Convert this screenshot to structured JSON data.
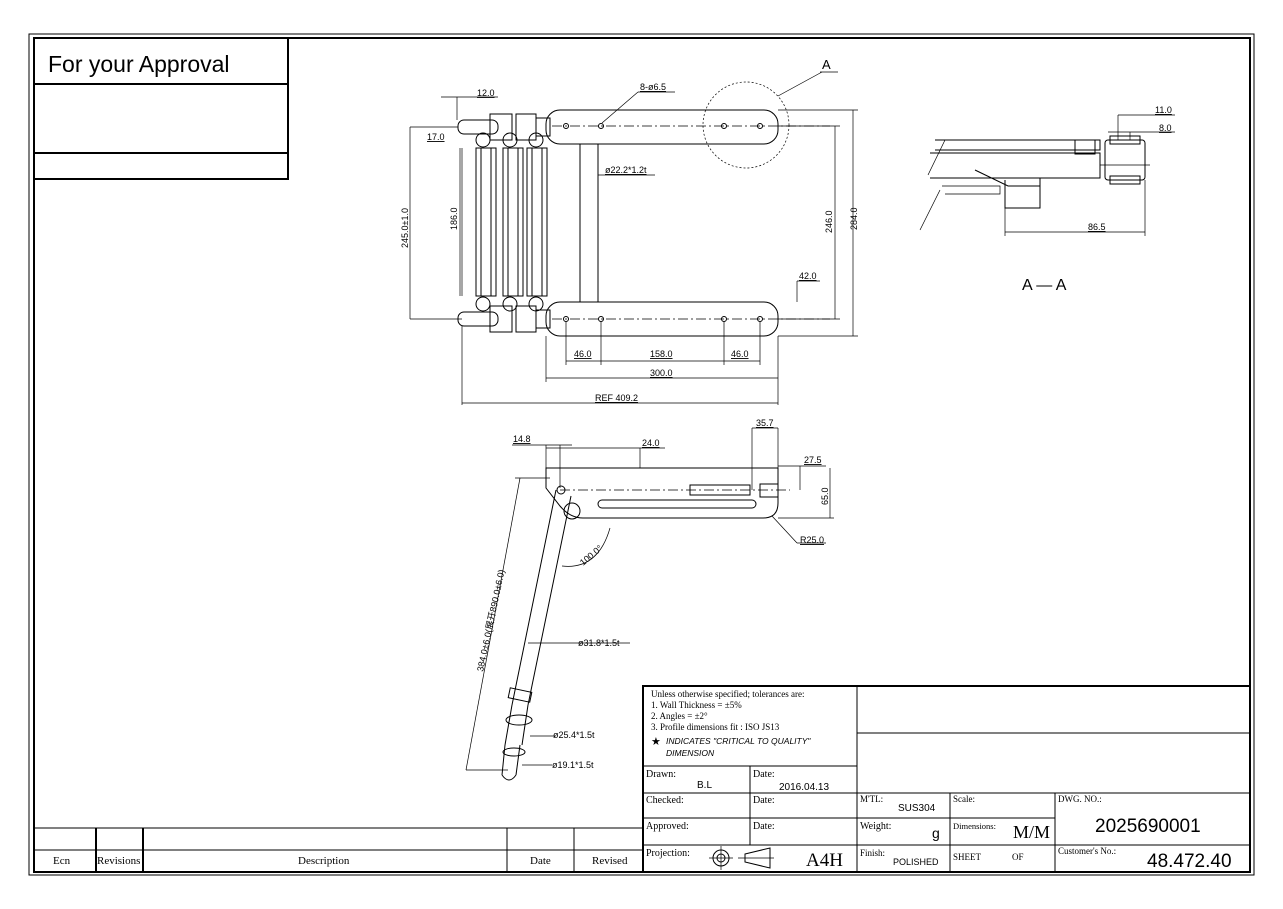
{
  "approval": {
    "title": "For your Approval"
  },
  "revision_table": {
    "headers": [
      "Ecn",
      "Revisions",
      "Description",
      "Date",
      "Revised"
    ]
  },
  "notes": {
    "header": "Unless otherwise specified;  tolerances are:",
    "lines": [
      "1. Wall Thickness = ±5%",
      "2. Angles   = ±2°",
      "3. Profile dimensions fit : ISO JS13"
    ],
    "critical_line1": "INDICATES  \"CRITICAL TO QUALITY\"",
    "critical_line2": "DIMENSION"
  },
  "title_block": {
    "drawn_label": "Drawn:",
    "drawn_value": "B.L",
    "date_label": "Date:",
    "date_value": "2016.04.13",
    "checked_label": "Checked:",
    "checked_date_label": "Date:",
    "approved_label": "Approved:",
    "approved_date_label": "Date:",
    "projection_label": "Projection:",
    "sheet_size": "A4H",
    "mtl_label": "M'TL:",
    "mtl_value": "SUS304",
    "weight_label": "Weight:",
    "weight_value": "g",
    "finish_label": "Finish:",
    "finish_value": "POLISHED",
    "scale_label": "Scale:",
    "dimensions_label": "Dimensions:",
    "dimensions_value": "M/M",
    "sheet_label": "SHEET",
    "of_label": "OF",
    "dwg_label": "DWG. NO.:",
    "dwg_value": "2025690001",
    "customer_label": "Customer's  No.:",
    "customer_value": "48.472.40"
  },
  "top_view": {
    "d12": "12.0",
    "d17": "17.0",
    "holes": "8-ø6.5",
    "tube": "ø22.2*1.2t",
    "d186": "186.0",
    "d245": "245.0±1.0",
    "d246": "246.0",
    "d284": "284.0",
    "d42": "42.0",
    "d46a": "46.0",
    "d158": "158.0",
    "d46b": "46.0",
    "d300": "300.0",
    "ref": "REF 409.2",
    "callout": "A"
  },
  "section_view": {
    "d11": "11.0",
    "d8": "8.0",
    "d86": "86.5",
    "label": "A  —  A"
  },
  "side_view": {
    "d148": "14.8",
    "d24": "24.0",
    "d357": "35.7",
    "d275": "27.5",
    "d65": "65.0",
    "r25": "R25.0",
    "angle": "100.0°",
    "length": "384.0±6.0(展开890.0±6.0)",
    "t318": "ø31.8*1.5t",
    "t254": "ø25.4*1.5t",
    "t191": "ø19.1*1.5t"
  }
}
